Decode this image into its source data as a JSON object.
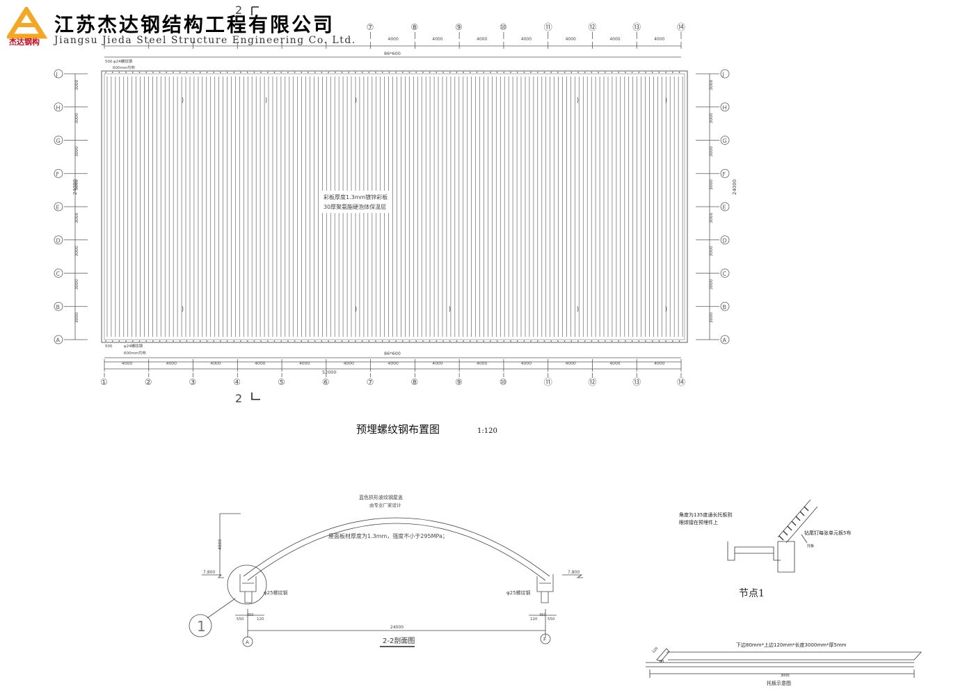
{
  "company": {
    "name_cn": "江苏杰达钢结构工程有限公司",
    "name_en": "Jiangsu Jieda Steel Structure Engineering Co. Ltd.",
    "logo_text": "杰达钢构",
    "brand_color": "#f5a623",
    "logo_text_color": "#d0021b"
  },
  "plan": {
    "x_axes": [
      "①",
      "②",
      "③",
      "④",
      "⑤",
      "⑥",
      "⑦",
      "⑧",
      "⑨",
      "⑩",
      "⑪",
      "⑫",
      "⑬",
      "⑭"
    ],
    "y_axes": [
      "J",
      "H",
      "G",
      "F",
      "E",
      "D",
      "C",
      "B",
      "A"
    ],
    "bay_dim": "4000",
    "row_dim": "3000",
    "total_length": "52000",
    "total_width": "24000",
    "rebar_count": "86*600",
    "edge_offset": "500",
    "rebar_label": "φ24螺纹钢",
    "rebar_spacing": "600mm均布",
    "note_line1": "彩板厚度1.3mm镀锌彩板",
    "note_line2": "30厚聚氨酯硬泡体保温层",
    "section_mark": "2",
    "title": "预埋螺纹钢布置图",
    "scale": "1:120"
  },
  "section": {
    "roof_label": "蓝色拱形波纹钢屋盖",
    "roof_sub": "由专业厂家设计",
    "spec": "屋面板材厚度为1.3mm，强度不小于295MPa；",
    "rise": "4800",
    "elev": "7.800",
    "rebar_left": "φ25螺纹钢",
    "rebar_right": "φ25螺纹钢",
    "span": "24000",
    "dim_550": "550",
    "dim_120": "120",
    "dim_350": "350",
    "axis_left": "A",
    "axis_right": "F",
    "detail_ref": "1",
    "title": "2-2剖面图"
  },
  "node": {
    "note1": "角度为135度通长托板割",
    "note2": "眼焊接在预埋件上",
    "note3": "钻尾钉每张单元板5布",
    "small": "托板",
    "title": "节点1"
  },
  "bracket": {
    "spec": "下边80mm*上边120mm*长度3000mm*厚5mm",
    "dim_top": "120",
    "dim_side": "80",
    "dim_len": "3000",
    "title": "托板示意图"
  }
}
